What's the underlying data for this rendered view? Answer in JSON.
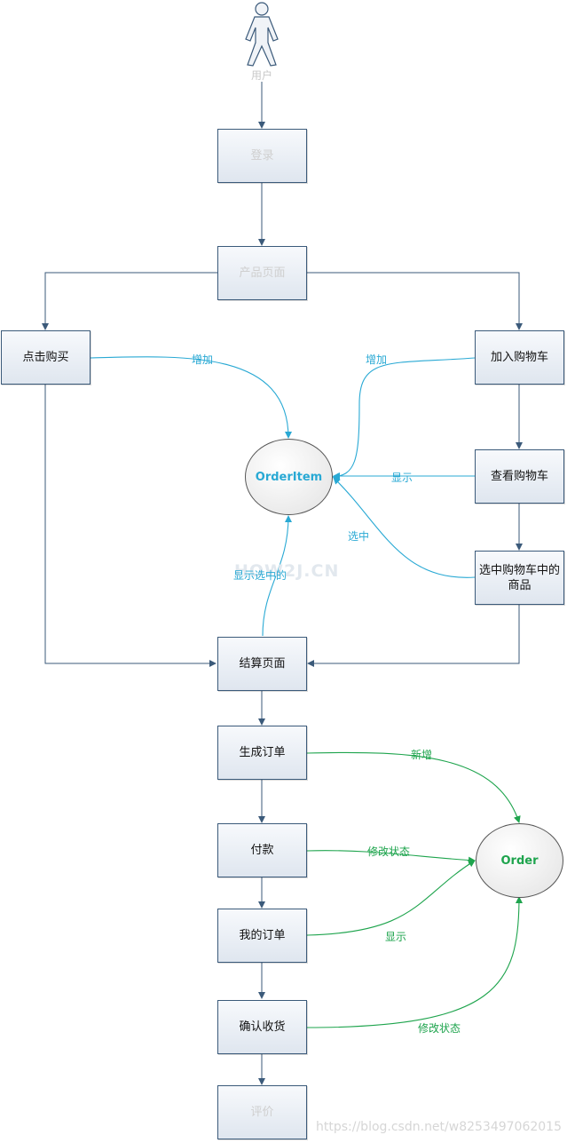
{
  "actor": {
    "label": "用户"
  },
  "nodes": {
    "login": "登录",
    "product_page": "产品页面",
    "buy_now": "点击购买",
    "add_to_cart": "加入购物车",
    "view_cart": "查看购物车",
    "select_cart_items": "选中购物车中的商品",
    "checkout_page": "结算页面",
    "create_order": "生成订单",
    "payment": "付款",
    "my_orders": "我的订单",
    "confirm_receipt": "确认收货",
    "review": "评价"
  },
  "entities": {
    "order_item": "OrderItem",
    "order": "Order"
  },
  "edge_labels": {
    "buy_add": "增加",
    "cart_add": "增加",
    "view_show": "显示",
    "select_choose": "选中",
    "checkout_show_selected": "显示选中的",
    "order_new": "新增",
    "pay_change_status": "修改状态",
    "myorders_show": "显示",
    "confirm_change_status": "修改状态"
  },
  "watermark": "https://blog.csdn.net/w8253497062015",
  "watermark_logo": "HOW2J.CN",
  "colors": {
    "flow_line": "#3b5a7a",
    "order_item_accent": "#29a9d4",
    "order_accent": "#1ea44d"
  }
}
